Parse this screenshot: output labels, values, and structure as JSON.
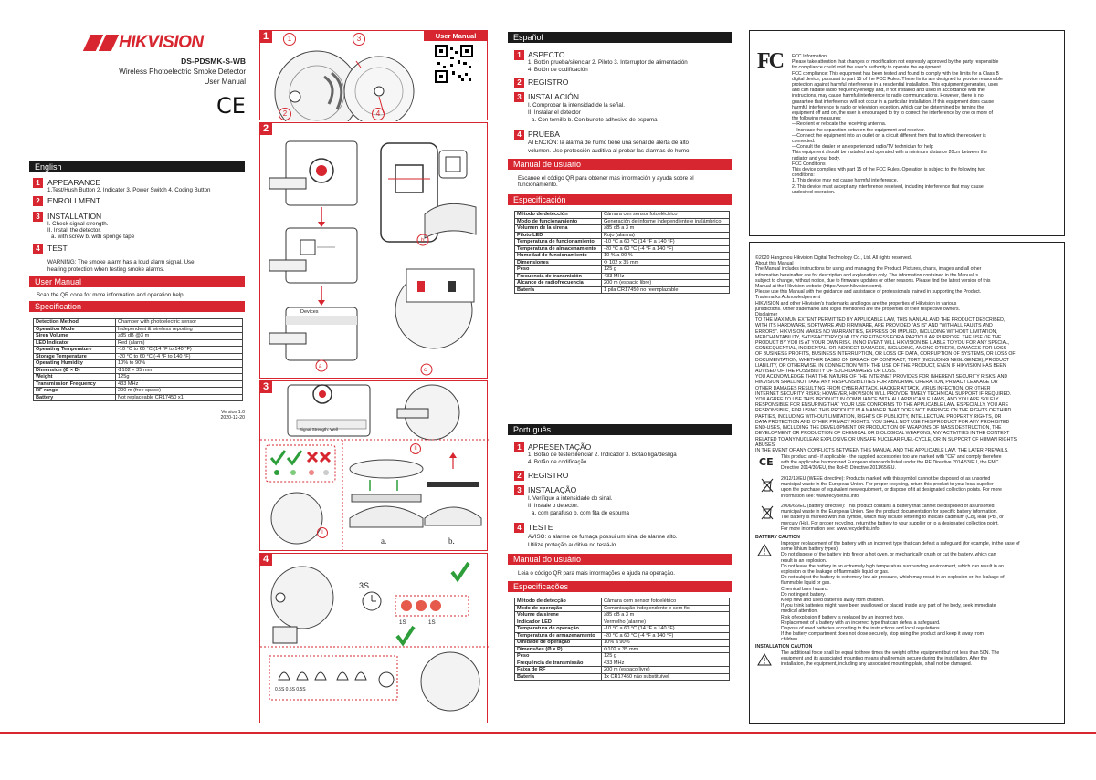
{
  "brand": {
    "name": "HIKVISION",
    "color": "#d7262f"
  },
  "header": {
    "model": "DS-PDSMK-S-WB",
    "product": "Wireless Photoelectric Smoke Detector",
    "doc": "User Manual",
    "mark": "CE"
  },
  "english": {
    "title": "English",
    "s1": {
      "n": "1",
      "h": "APPEARANCE",
      "t": "1.Test/Hush Button 2. Indicator 3. Power Switch 4. Coding Button"
    },
    "s2": {
      "n": "2",
      "h": "ENROLLMENT"
    },
    "s3": {
      "n": "3",
      "h": "INSTALLATION",
      "t1": "I. Check signal strength.",
      "t2": "II. Install the detector.",
      "t3": "a. with screw       b. with sponge tape"
    },
    "s4": {
      "n": "4",
      "h": "TEST",
      "t1": "WARNING: The smoke alarm has a loud alarm signal. Use",
      "t2": "hearing protection when testing smoke alarms."
    },
    "um_title": "User Manual",
    "um_text": "Scan the QR code for more information and operation help.",
    "spec_title": "Specification",
    "spec": [
      [
        "Detection Method",
        "Chamber with photoelectric sensor"
      ],
      [
        "Operation Mode",
        "Independent & wireless reporting"
      ],
      [
        "Siren Volume",
        "≥85 dB @3 m"
      ],
      [
        "LED Indicator",
        "Red (alarm)"
      ],
      [
        "Operating Temperature",
        "-10 °C to 60 °C (14 °F to 140 °F)"
      ],
      [
        "Storage Temperature",
        "-20 °C to 60 °C (-4 °F to 140 °F)"
      ],
      [
        "Operating Humidity",
        "10% to 90%"
      ],
      [
        "Dimension (Ø × D)",
        "Φ102 × 35 mm"
      ],
      [
        "Weight",
        "125g"
      ],
      [
        "Transmission Frequency",
        "433 MHz"
      ],
      [
        "RF range",
        "200 m (free space)"
      ],
      [
        "Battery",
        "Not replaceable CR17450 x1"
      ]
    ],
    "version": "Version 1.0",
    "date": "2020-12-20"
  },
  "panels": {
    "label": "User Manual",
    "p1": "1",
    "p2": "2",
    "p3": "3",
    "p4": "4",
    "device_label": "Devices",
    "signal_label": "Signal Strength: Well",
    "a": "a",
    "b": "b",
    "c": "c",
    "i": "I",
    "ii": "II",
    "sa": "a.",
    "sb": "b.",
    "tone1": "3S",
    "tone2": "1S",
    "tone3": "1S",
    "tone4": "0.5S 0.5S 0.5S"
  },
  "spanish": {
    "title": "Español",
    "s1": {
      "n": "1",
      "h": "ASPECTO",
      "t": "1. Botón prueba/silenciar  2. Piloto  3. Interruptor de alimentación",
      "t2": "4. Botón de codificación"
    },
    "s2": {
      "n": "2",
      "h": "REGISTRO"
    },
    "s3": {
      "n": "3",
      "h": "INSTALACIÓN",
      "t1": "I. Comprobar la intensidad de la señal.",
      "t2": "II. Instalar el detector",
      "t3": "a. Con tornillo b. Con burlete adhesivo de espuma"
    },
    "s4": {
      "n": "4",
      "h": "PRUEBA",
      "t1": "ATENCIÓN: la alarma de humo tiene una señal de alerta de alto",
      "t2": "volumen. Use protección auditiva al probar las alarmas de humo."
    },
    "um_title": "Manual de usuario",
    "um_text": "Escanee el código QR para obtener más información y ayuda sobre el funcionamiento.",
    "spec_title": "Especificación",
    "spec": [
      [
        "Método de detección",
        "Cámara con sensor fotoeléctrico"
      ],
      [
        "Modo de funcionamiento",
        "Generación de informe independiente e inalámbrico"
      ],
      [
        "Volumen de la sirena",
        "≥85 dB a 3 m"
      ],
      [
        "Piloto LED",
        "Rojo (alarma)"
      ],
      [
        "Temperatura de funcionamiento",
        "-10 °C a 60 °C (14 °F a 140 °F)"
      ],
      [
        "Temperatura de almacenamiento",
        "-20 °C a 60 °C (-4 °F a 140 °F)"
      ],
      [
        "Humedad de funcionamiento",
        "10 % a 90 %"
      ],
      [
        "Dimensiones",
        "Φ 102 x 35 mm"
      ],
      [
        "Peso",
        "125 g"
      ],
      [
        "Frecuencia de transmisión",
        "433 MHz"
      ],
      [
        "Alcance de radiofrecuencia",
        "200 m (espacio libre)"
      ],
      [
        "Batería",
        "1 pila CR17450 no reemplazable"
      ]
    ]
  },
  "portuguese": {
    "title": "Português",
    "s1": {
      "n": "1",
      "h": "APRESENTAÇÃO",
      "t": "1. Botão de teste/silenciar  2. Indicador  3. Botão liga/desliga",
      "t2": "4. Botão de codificação"
    },
    "s2": {
      "n": "2",
      "h": "REGISTRO"
    },
    "s3": {
      "n": "3",
      "h": "INSTALAÇÃO",
      "t1": "I. Verifique a intensidade do sinal.",
      "t2": "II. Instale o detector.",
      "t3": "a. com parafuso b. com fita de espuma"
    },
    "s4": {
      "n": "4",
      "h": "TESTE",
      "t1": "AVISO: o alarme de fumaça possui um sinal de alarme alto.",
      "t2": "Utilize proteção auditiva no testá-lo."
    },
    "um_title": "Manual do usuário",
    "um_text": "Leia o código QR para mais informações e ajuda na operação.",
    "spec_title": "Especificações",
    "spec": [
      [
        "Método de detecção",
        "Câmara com sensor fotoelétrico"
      ],
      [
        "Modo de operação",
        "Comunicação independente e sem fio"
      ],
      [
        "Volume da sirene",
        "≥85 dB a 3 m"
      ],
      [
        "Indicador LED",
        "Vermelho (alarme)"
      ],
      [
        "Temperatura de operação",
        "-10 °C a 60 °C (14 °F a 140 °F)"
      ],
      [
        "Temperatura de armazenamento",
        "-20 °C a 60 °C (-4 °F a 140 °F)"
      ],
      [
        "Umidade de operação",
        "10% a 90%"
      ],
      [
        "Dimensões (Ø × P)",
        "Φ102 × 35 mm"
      ],
      [
        "Peso",
        "125 g"
      ],
      [
        "Frequência de transmissão",
        "433 MHz"
      ],
      [
        "Faixa de RF",
        "200 m (espaço livre)"
      ],
      [
        "Bateria",
        "1x CR17450 não substituível"
      ]
    ]
  },
  "fcc": {
    "logo": "FC",
    "lines": [
      "FCC Information",
      "Please take attention that changes or modification not expressly approved by the party responsible",
      "for compliance could void the user's authority to operate the equipment.",
      "FCC compliance: This equipment has been tested and found to comply with the limits for a Class B",
      "digital device, pursuant to part 15 of the FCC Rules. These limits are designed to provide reasonable",
      "protection against harmful interference in a residential installation. This equipment generates, uses",
      "and can radiate radio frequency energy and, if not installed and used in accordance with the",
      "instructions, may cause harmful interference to radio communications. However, there is no",
      "guarantee that interference will not occur in a particular installation. If this equipment does cause",
      "harmful interference to radio or television reception, which can be determined by turning the",
      "equipment off and on, the user is encouraged to try to correct the interference by one or more of",
      "the following measures:",
      "—Reorient or relocate the receiving antenna.",
      "—Increase the separation between the equipment and receiver.",
      "—Connect the equipment into an outlet on a circuit different from that to which the receiver is",
      "connected.",
      "—Consult the dealer or an experienced radio/TV technician for help",
      "This equipment should be installed and operated with a minimum distance 20cm between the",
      "radiator and your body.",
      "FCC Conditions",
      "This device complies with part 15 of the FCC Rules. Operation is subject to the following two",
      "conditions:",
      "1. This device may not cause harmful interference.",
      "2. This device must accept any interference received, including interference that may cause",
      "undesired operation."
    ]
  },
  "legal": {
    "lines": [
      "©2020 Hangzhou Hikvision Digital Technology Co., Ltd. All rights reserved.",
      "About this Manual",
      "The Manual includes instructions for using and managing the Product. Pictures, charts, images and all other",
      "information hereinafter are for description and explanation only. The information contained in the Manual is",
      "subject to change, without notice, due to firmware updates or other reasons. Please find the latest version of this",
      "Manual at the Hikvision website (https://www.hikvision.com/).",
      "Please use this Manual with the guidance and assistance of professionals trained in supporting the Product.",
      "Trademarks Acknowledgement",
      "HIKVISION and other Hikvision's trademarks and logos are the properties of Hikvision in various",
      "jurisdictions. Other trademarks and logos mentioned are the properties of their respective owners.",
      "Disclaimer",
      "TO THE MAXIMUM EXTENT PERMITTED BY APPLICABLE LAW, THIS MANUAL AND THE PRODUCT DESCRIBED,",
      "WITH ITS HARDWARE, SOFTWARE AND FIRMWARE, ARE PROVIDED \"AS IS\" AND \"WITH ALL FAULTS AND",
      "ERRORS\". HIKVISION MAKES NO WARRANTIES, EXPRESS OR IMPLIED, INCLUDING WITHOUT LIMITATION,",
      "MERCHANTABILITY, SATISFACTORY QUALITY, OR FITNESS FOR A PARTICULAR PURPOSE. THE USE OF THE",
      "PRODUCT BY YOU IS AT YOUR OWN RISK. IN NO EVENT WILL HIKVISION BE LIABLE TO YOU FOR ANY SPECIAL,",
      "CONSEQUENTIAL, INCIDENTAL, OR INDIRECT DAMAGES, INCLUDING, AMONG OTHERS, DAMAGES FOR LOSS",
      "OF BUSINESS PROFITS, BUSINESS INTERRUPTION, OR LOSS OF DATA, CORRUPTION OF SYSTEMS, OR LOSS OF",
      "DOCUMENTATION, WHETHER BASED ON BREACH OF CONTRACT, TORT (INCLUDING NEGLIGENCE), PRODUCT",
      "LIABILITY, OR OTHERWISE, IN CONNECTION WITH THE USE OF THE PRODUCT, EVEN IF HIKVISION HAS BEEN",
      "ADVISED OF THE POSSIBILITY OF SUCH DAMAGES OR LOSS.",
      "YOU ACKNOWLEDGE THAT THE NATURE OF THE INTERNET PROVIDES FOR INHERENT SECURITY RISKS, AND",
      "HIKVISION SHALL NOT TAKE ANY RESPONSIBILITIES FOR ABNORMAL OPERATION, PRIVACY LEAKAGE OR",
      "OTHER DAMAGES RESULTING FROM CYBER-ATTACK, HACKER ATTACK, VIRUS INFECTION, OR OTHER",
      "INTERNET SECURITY RISKS; HOWEVER, HIKVISION WILL PROVIDE TIMELY TECHNICAL SUPPORT IF REQUIRED.",
      "YOU AGREE TO USE THIS PRODUCT IN COMPLIANCE WITH ALL APPLICABLE LAWS, AND YOU ARE SOLELY",
      "RESPONSIBLE FOR ENSURING THAT YOUR USE CONFORMS TO THE APPLICABLE LAW. ESPECIALLY, YOU ARE",
      "RESPONSIBLE, FOR USING THIS PRODUCT IN A MANNER THAT DOES NOT INFRINGE ON THE RIGHTS OF THIRD",
      "PARTIES, INCLUDING WITHOUT LIMITATION, RIGHTS OF PUBLICITY, INTELLECTUAL PROPERTY RIGHTS, OR",
      "DATA PROTECTION AND OTHER PRIVACY RIGHTS. YOU SHALL NOT USE THIS PRODUCT FOR ANY PROHIBITED",
      "END-USES, INCLUDING THE DEVELOPMENT OR PRODUCTION OF WEAPONS OF MASS DESTRUCTION, THE",
      "DEVELOPMENT OR PRODUCTION OF CHEMICAL OR BIOLOGICAL WEAPONS, ANY ACTIVITIES IN THE CONTEXT",
      "RELATED TO ANY NUCLEAR EXPLOSIVE OR UNSAFE NUCLEAR FUEL-CYCLE, OR IN SUPPORT OF HUMAN RIGHTS",
      "ABUSES.",
      "IN THE EVENT OF ANY CONFLICTS BETWEEN THIS MANUAL AND THE APPLICABLE LAW, THE LATER PREVAILS."
    ]
  },
  "compliance": {
    "ce_mark": "CE",
    "ce": [
      "This product and - if applicable - the supplied accessories too are marked with \"CE\" and comply therefore",
      "with the applicable harmonized European standards listed under the RE Directive 2014/53/EU, the EMC",
      "Directive 2014/30/EU, the RoHS Directive 2011/65/EU."
    ],
    "weee": [
      "2012/19/EU (WEEE directive): Products marked with this symbol cannot be disposed of as unsorted",
      "municipal waste in the European Union. For proper recycling, return this product to your local supplier",
      "upon the purchase of equivalent new equipment, or dispose of it at designated collection points. For more",
      "information see: www.recyclethis.info"
    ],
    "battery": [
      "2006/66/EC (battery directive): This product contains a battery that cannot be disposed of as unsorted",
      "municipal waste in the European Union. See the product documentation for specific battery information.",
      "The battery is marked with this symbol, which may include lettering to indicate cadmium (Cd), lead (Pb), or",
      "mercury (Hg). For proper recycling, return the battery to your supplier or to a designated collection point.",
      "For more information see: www.recyclethis.info"
    ],
    "bc_title": "BATTERY CAUTION",
    "bc": [
      "Improper replacement of the battery with an incorrect type that can defeat a safeguard (for example, in the case of",
      "some lithium battery types).",
      "Do not dispose of the battery into fire or a hot oven, or mechanically crush or cut the battery, which can",
      "result in an explosion.",
      "Do not leave the battery in an extremely high temperature surrounding environment, which can result in an",
      "explosion or the leakage of flammable liquid or gas.",
      "Do not subject the battery to extremely low air pressure, which may result in an explosion or the leakage of",
      "flammable liquid or gas.",
      "Chemical burn hazard.",
      "Do not ingest battery.",
      "Keep new and used batteries away from children.",
      "If you think batteries might have been swallowed or placed inside any part of the body, seek immediate",
      "medical attention.",
      "Risk of explosion if battery is replaced by an incorrect type.",
      "Replacement of a battery with an incorrect type that can defeat a safeguard.",
      "Dispose of used batteries according to the instructions and local regulations.",
      "If the battery compartment does not close securely, stop using the product and keep it away from",
      "children."
    ],
    "ic_title": "INSTALLATION CAUTION",
    "ic": [
      "The additional force shall be equal to three times the weight of the equipment but not less than 50N. The",
      "equipment and its associated mounting means shall remain secure during the installation. After the",
      "installation, the equipment, including any associated mounting plate, shall not be damaged."
    ]
  }
}
